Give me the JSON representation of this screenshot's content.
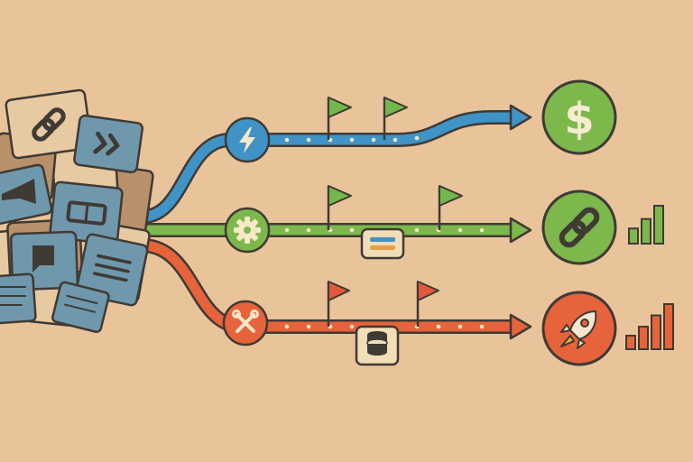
{
  "colors": {
    "background": "#e9c49a",
    "outline": "#3f3a34",
    "blue": "#3f93c6",
    "green": "#7cb84b",
    "red": "#e6633c",
    "flag_green": "#73b84a",
    "flag_red": "#e2583a",
    "card_blue": "#6f98ad",
    "card_tan": "#b8906a",
    "card_cream": "#e7c9a2"
  },
  "pile_icons": [
    "link-icon",
    "fast-forward-icon",
    "megaphone-icon",
    "toggle-icon",
    "flag-icon",
    "document-lines-icon"
  ],
  "tracks": [
    {
      "id": "blue",
      "color_key": "blue",
      "start_icon": "lightning-icon",
      "flags": 2,
      "midpoint_icon": "",
      "end_icon": "dollar-icon",
      "end_glyph": "$",
      "bar_levels": []
    },
    {
      "id": "green",
      "color_key": "green",
      "start_icon": "gear-icon",
      "flags": 2,
      "midpoint_icon": "card-icon",
      "end_icon": "link-icon",
      "end_glyph": "",
      "bar_levels": [
        0.4,
        0.65,
        1.0
      ]
    },
    {
      "id": "red",
      "color_key": "red",
      "start_icon": "tools-icon",
      "flags": 2,
      "midpoint_icon": "database-icon",
      "end_icon": "rocket-icon",
      "end_glyph": "",
      "bar_levels": [
        0.3,
        0.5,
        0.75,
        1.0
      ]
    }
  ]
}
